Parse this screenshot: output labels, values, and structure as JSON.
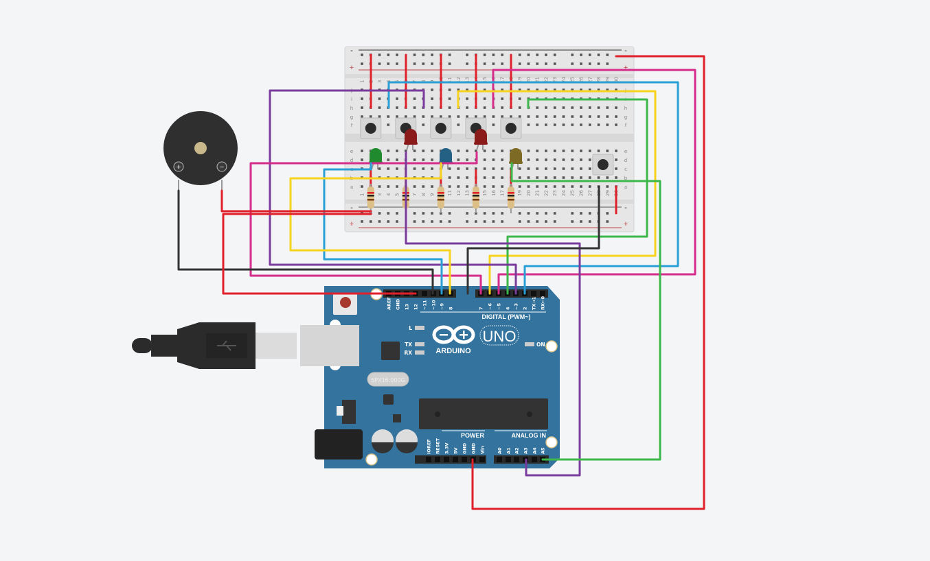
{
  "colors": {
    "background": "#f4f5f7",
    "arduino_board": "#33739e",
    "breadboard": "#e6e6e6",
    "wire_red": "#e0202a",
    "wire_pink": "#d62c8c",
    "wire_blue": "#2a9fd6",
    "wire_yellow": "#f7d21e",
    "wire_green": "#3cb84a",
    "wire_purple": "#7a3c9c",
    "wire_black": "#333333"
  },
  "breadboard": {
    "rail_minus": "-",
    "rail_plus": "+",
    "rows_top": [
      "j",
      "i",
      "h",
      "g",
      "f"
    ],
    "rows_bottom": [
      "e",
      "d",
      "c",
      "b",
      "a"
    ],
    "columns": [
      "1",
      "2",
      "3",
      "4",
      "5",
      "6",
      "7",
      "8",
      "9",
      "10",
      "11",
      "12",
      "13",
      "14",
      "15",
      "16",
      "17",
      "18",
      "19",
      "20",
      "21",
      "22",
      "23",
      "24",
      "25",
      "26",
      "27",
      "28",
      "29",
      "30"
    ]
  },
  "components": {
    "buzzer": {
      "plus": "+",
      "minus": "−"
    },
    "leds": [
      {
        "color": "#1f8a2e"
      },
      {
        "color": "#8b1a1a"
      },
      {
        "color": "#236083"
      },
      {
        "color": "#8b1a1a"
      },
      {
        "color": "#7d6a24"
      }
    ]
  },
  "arduino": {
    "logo_text": "ARDUINO",
    "model": "UNO",
    "digital_label": "DIGITAL (PWM~)",
    "power_label": "POWER",
    "analog_label": "ANALOG IN",
    "crystal": "SPX16.000G",
    "led_labels": {
      "l": "L",
      "tx": "TX",
      "rx": "RX",
      "on": "ON"
    },
    "digital_pins": [
      "AREF",
      "GND",
      "13",
      "12",
      "~11",
      "~10",
      "~9",
      "8",
      "7",
      "~6",
      "~5",
      "4",
      "~3",
      "2",
      "TX→1",
      "RX←0"
    ],
    "power_pins": [
      "IOREF",
      "RESET",
      "3.3V",
      "5V",
      "GND",
      "GND",
      "Vin"
    ],
    "analog_pins": [
      "A0",
      "A1",
      "A2",
      "A3",
      "A4",
      "A5"
    ]
  }
}
